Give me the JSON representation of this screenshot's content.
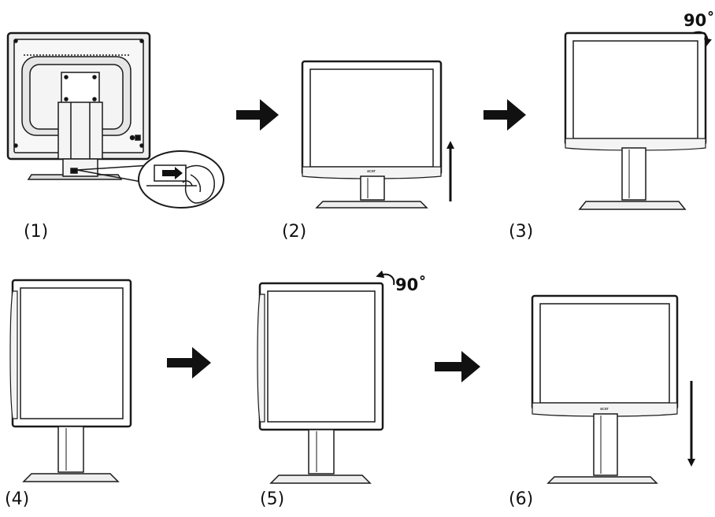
{
  "steps": [
    {
      "label": "(1)"
    },
    {
      "label": "(2)"
    },
    {
      "label": "(3)"
    },
    {
      "label": "(4)"
    },
    {
      "label": "(5)"
    },
    {
      "label": "(6)"
    }
  ],
  "rotation": {
    "clockwise_label": "90˚",
    "counter_label": "90˚"
  },
  "brand_mark": "acer",
  "colors": {
    "line": "#1a1a1a",
    "panel_fill": "#ffffff",
    "rear_fill": "#f2f2f2"
  },
  "icons": {
    "flow_arrow": "right-arrow-icon",
    "raise": "up-arrow-icon",
    "lower": "down-arrow-icon",
    "rotate_cw": "rotate-clockwise-icon",
    "rotate_ccw": "rotate-counterclockwise-icon"
  }
}
